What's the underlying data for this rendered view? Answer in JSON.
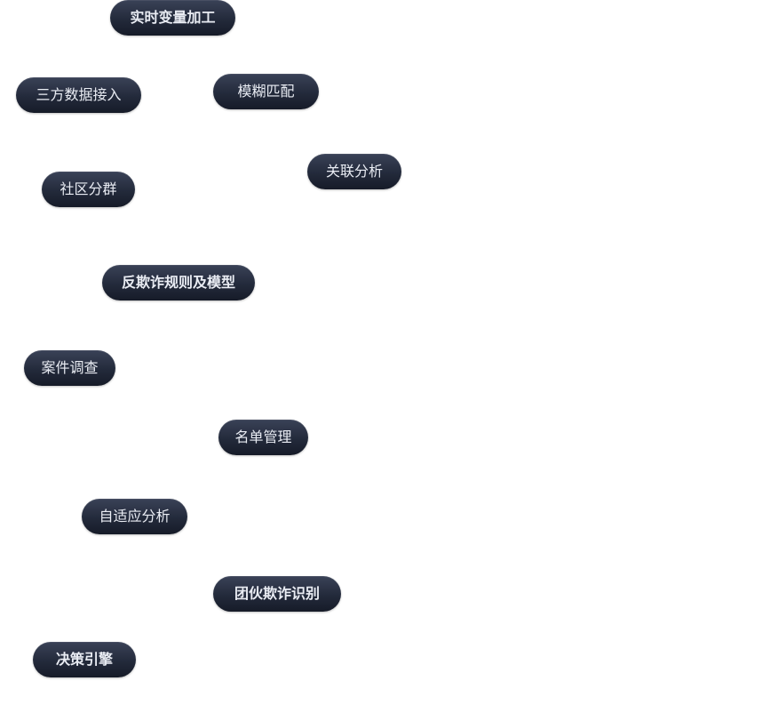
{
  "tags": [
    {
      "label": "实时变量加工"
    },
    {
      "label": "三方数据接入"
    },
    {
      "label": "模糊匹配"
    },
    {
      "label": "社区分群"
    },
    {
      "label": "关联分析"
    },
    {
      "label": "反欺诈规则及模型"
    },
    {
      "label": "案件调查"
    },
    {
      "label": "名单管理"
    },
    {
      "label": "自适应分析"
    },
    {
      "label": "团伙欺诈识别"
    },
    {
      "label": "决策引擎"
    }
  ],
  "colors": {
    "tag_top": "#3a4257",
    "tag_bottom": "#161b28",
    "tag_text": "#e9ecf3",
    "background": "#ffffff"
  }
}
